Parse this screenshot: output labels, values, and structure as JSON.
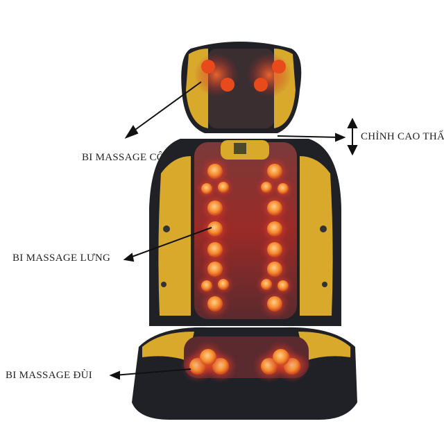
{
  "labels": {
    "neck": "BI MASSAGE CÔ",
    "height": "CHỈNH CAO THẤP",
    "back": "BI MASSAGE LƯNG",
    "thigh": "BI MASSAGE ĐÙI"
  },
  "colors": {
    "frame": "#1f2126",
    "gold": "#d9a92c",
    "glow": "#e8401c",
    "ball": "#f59a3a",
    "center": "#6a2a2a"
  }
}
